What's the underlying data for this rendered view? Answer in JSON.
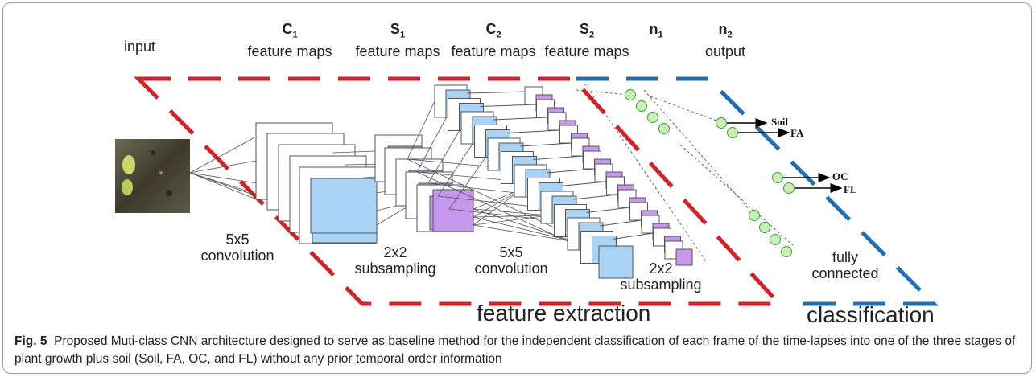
{
  "labels": {
    "input": "input",
    "c1_sym": "C",
    "c1_sub": "1",
    "c1_text": "feature maps",
    "s1_sym": "S",
    "s1_sub": "1",
    "s1_text": "feature maps",
    "c2_sym": "C",
    "c2_sub": "2",
    "c2_text": "feature maps",
    "s2_sym": "S",
    "s2_sub": "2",
    "s2_text": "feature maps",
    "n1_sym": "n",
    "n1_sub": "1",
    "n2_sym": "n",
    "n2_sub": "2",
    "n2_text": "output",
    "conv1_size": "5x5",
    "conv1_text": "convolution",
    "sub1_size": "2x2",
    "sub1_text": "subsampling",
    "conv2_size": "5x5",
    "conv2_text": "convolution",
    "sub2_size": "2x2",
    "sub2_text": "subsampling",
    "fc1": "fully",
    "fc2": "connected",
    "feature_extraction": "feature extraction",
    "classification": "classification"
  },
  "classes": [
    "Soil",
    "FA",
    "OC",
    "FL"
  ],
  "caption": {
    "fig_label": "Fig. 5",
    "text": "Proposed Muti-class CNN architecture designed to serve as baseline method for the independent classification of each frame of the time-lapses into one of the three stages of plant growth plus soil (Soil, FA, OC, and FL) without any prior temporal order information"
  },
  "colors": {
    "feature_extraction_dash": "#d81f26",
    "classification_dash": "#1f6fb5",
    "conv_map": "#a8d3f5",
    "pool_map": "#c598ec",
    "neuron": "#c6f0b4",
    "neuron_stroke": "#4c9a3c"
  }
}
